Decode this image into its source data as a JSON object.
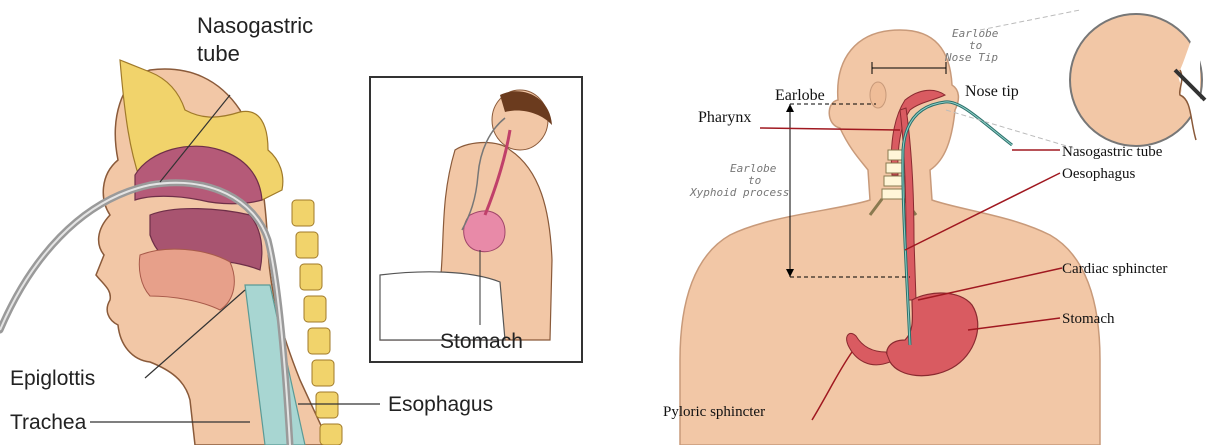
{
  "left_panel": {
    "labels": {
      "nasogastric_line1": "Nasogastric",
      "nasogastric_line2": "tube",
      "stomach": "Stomach",
      "epiglottis": "Epiglottis",
      "trachea": "Trachea",
      "esophagus": "Esophagus"
    }
  },
  "right_panel": {
    "labels": {
      "earlobe": "Earlobe",
      "nose_tip": "Nose tip",
      "pharynx": "Pharynx",
      "nasogastric_tube": "Nasogastric tube",
      "oesophagus": "Oesophagus",
      "cardiac_sphincter": "Cardiac sphincter",
      "stomach": "Stomach",
      "pyloric_sphincter": "Pyloric sphincter"
    },
    "measurements": {
      "earlobe_nose_1": "Earlobe",
      "earlobe_nose_2": "to",
      "earlobe_nose_3": "Nose Tip",
      "earlobe_xyph_1": "Earlobe",
      "earlobe_xyph_2": "to",
      "earlobe_xyph_3": "Xyphoid process"
    }
  },
  "colors": {
    "skin": "#f2c7a6",
    "bone": "#f1d36b",
    "mucosa": "#b55a78",
    "tube": "#9a9a9a",
    "trachea": "#a8d6d2",
    "stomach": "#d95b61",
    "leader_red": "#a01820"
  }
}
